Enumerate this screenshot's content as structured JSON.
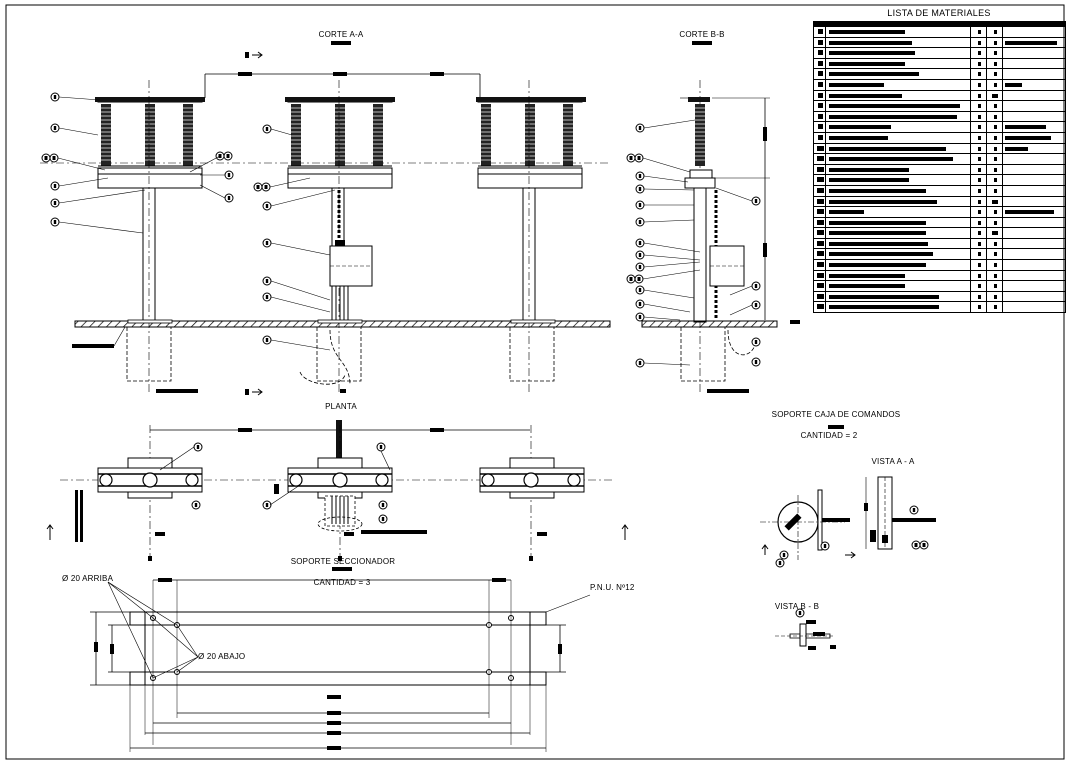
{
  "sheet": {
    "border_color": "#000000",
    "line_color": "#000000"
  },
  "views": {
    "corte_aa": "CORTE A-A",
    "corte_bb": "CORTE B-B",
    "planta": "PLANTA",
    "soporte_caja": "SOPORTE CAJA DE COMANDOS",
    "soporte_caja_cantidad": "CANTIDAD = 2",
    "vista_aa": "VISTA A - A",
    "vista_bb": "VISTA B - B",
    "soporte_seccionador": "SOPORTE SECCIONADOR",
    "soporte_seccionador_cantidad": "CANTIDAD = 3"
  },
  "annotations": {
    "arriba": "Ø 20 ARRIBA",
    "abajo": "Ø 20 ABAJO",
    "pnu": "P.N.U. Nº12"
  },
  "bom": {
    "title": "LISTA DE MATERIALES",
    "row_count": 27,
    "rows": [
      {
        "item": "s",
        "desc": 0.55,
        "c1": "d",
        "c2": "d",
        "obs": 0
      },
      {
        "item": "s",
        "desc": 0.6,
        "c1": "d",
        "c2": "d",
        "obs": 0.9
      },
      {
        "item": "s",
        "desc": 0.62,
        "c1": "d",
        "c2": "d",
        "obs": 0
      },
      {
        "item": "s",
        "desc": 0.55,
        "c1": "d",
        "c2": "d",
        "obs": 0
      },
      {
        "item": "s",
        "desc": 0.65,
        "c1": "d",
        "c2": "d",
        "obs": 0
      },
      {
        "item": "s",
        "desc": 0.4,
        "c1": "d",
        "c2": "d",
        "obs": 0.3
      },
      {
        "item": "s",
        "desc": 0.53,
        "c1": "d",
        "c2": "b",
        "obs": 0
      },
      {
        "item": "s",
        "desc": 0.95,
        "c1": "d",
        "c2": "d",
        "obs": 0
      },
      {
        "item": "s",
        "desc": 0.93,
        "c1": "d",
        "c2": "d",
        "obs": 0
      },
      {
        "item": "s",
        "desc": 0.45,
        "c1": "d",
        "c2": "d",
        "obs": 0.7
      },
      {
        "item": "s",
        "desc": 0.43,
        "c1": "d",
        "c2": "d",
        "obs": 0.8
      },
      {
        "item": "b",
        "desc": 0.85,
        "c1": "d",
        "c2": "d",
        "obs": 0.4
      },
      {
        "item": "b",
        "desc": 0.9,
        "c1": "d",
        "c2": "d",
        "obs": 0
      },
      {
        "item": "b",
        "desc": 0.58,
        "c1": "d",
        "c2": "d",
        "obs": 0
      },
      {
        "item": "b",
        "desc": 0.58,
        "c1": "d",
        "c2": "d",
        "obs": 0
      },
      {
        "item": "b",
        "desc": 0.7,
        "c1": "d",
        "c2": "d",
        "obs": 0
      },
      {
        "item": "b",
        "desc": 0.78,
        "c1": "d",
        "c2": "b",
        "obs": 0
      },
      {
        "item": "b",
        "desc": 0.25,
        "c1": "d",
        "c2": "d",
        "obs": 0.85
      },
      {
        "item": "b",
        "desc": 0.7,
        "c1": "d",
        "c2": "d",
        "obs": 0
      },
      {
        "item": "b",
        "desc": 0.7,
        "c1": "d",
        "c2": "b",
        "obs": 0
      },
      {
        "item": "b",
        "desc": 0.72,
        "c1": "d",
        "c2": "d",
        "obs": 0
      },
      {
        "item": "b",
        "desc": 0.75,
        "c1": "d",
        "c2": "d",
        "obs": 0
      },
      {
        "item": "b",
        "desc": 0.7,
        "c1": "d",
        "c2": "d",
        "obs": 0
      },
      {
        "item": "b",
        "desc": 0.55,
        "c1": "d",
        "c2": "d",
        "obs": 0
      },
      {
        "item": "b",
        "desc": 0.55,
        "c1": "d",
        "c2": "d",
        "obs": 0
      },
      {
        "item": "b",
        "desc": 0.8,
        "c1": "d",
        "c2": "d",
        "obs": 0
      },
      {
        "item": "b",
        "desc": 0.8,
        "c1": "d",
        "c2": "d",
        "obs": 0
      }
    ]
  }
}
